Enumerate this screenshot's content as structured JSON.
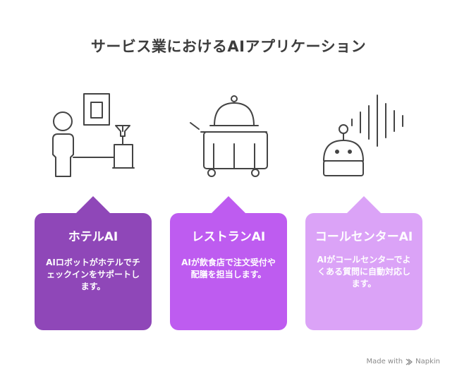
{
  "title": "サービス業におけるAIアプリケーション",
  "cards": [
    {
      "title": "ホテルAI",
      "desc": "AIロボットがホテルでチェックインをサポートします。",
      "color": "#8f47b8",
      "icon": "hotel-reception-icon"
    },
    {
      "title": "レストランAI",
      "desc": "AIが飲食店で注文受付や配膳を担当します。",
      "color": "#be5cf0",
      "icon": "food-service-cart-icon"
    },
    {
      "title": "コールセンターAI",
      "desc": "AIがコールセンターでよくある質問に自動対応します。",
      "color": "#dba3f7",
      "icon": "robot-voice-icon"
    }
  ],
  "footer": {
    "made_with": "Made with",
    "brand": "Napkin"
  }
}
